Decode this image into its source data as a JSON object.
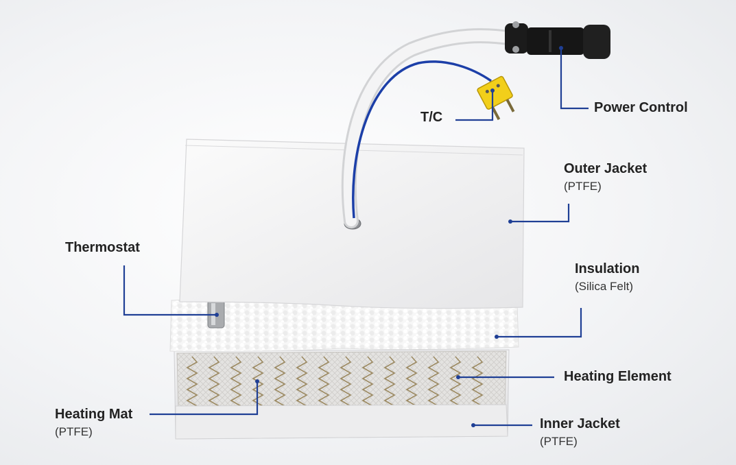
{
  "labels": {
    "tc": {
      "title": "T/C"
    },
    "power_control": {
      "title": "Power Control"
    },
    "outer_jacket": {
      "title": "Outer Jacket",
      "sub": "(PTFE)"
    },
    "thermostat": {
      "title": "Thermostat"
    },
    "insulation": {
      "title": "Insulation",
      "sub": "(Silica Felt)"
    },
    "heating_element": {
      "title": "Heating Element"
    },
    "heating_mat": {
      "title": "Heating Mat",
      "sub": "(PTFE)"
    },
    "inner_jacket": {
      "title": "Inner Jacket",
      "sub": "(PTFE)"
    }
  },
  "colors": {
    "leader_line": "#1f3f95",
    "thermocouple_plug": "#f2cf1a",
    "cable": "#e9e9ea",
    "wire": "#1c3fa8",
    "connector": "#161616"
  }
}
